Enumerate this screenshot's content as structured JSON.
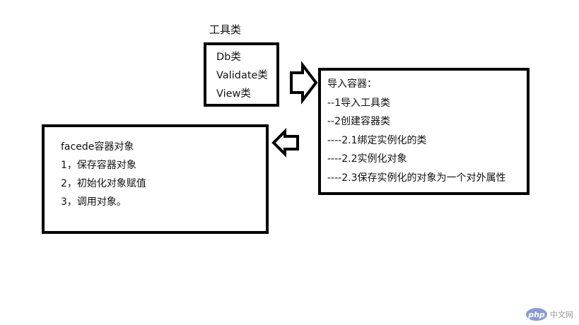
{
  "diagram": {
    "tools_title": "工具类",
    "tools_box": {
      "items": [
        "Db类",
        "Validate类",
        "View类"
      ]
    },
    "container_box": {
      "items": [
        "导入容器：",
        "--1导入工具类",
        "--2创建容器类",
        "----2.1绑定实例化的类",
        "----2.2实例化对象",
        "----2.3保存实例化的对象为一个对外属性"
      ]
    },
    "facade_box": {
      "items": [
        "facede容器对象",
        "1，保存容器对象",
        "2，初始化对象赋值",
        "3，调用对象。"
      ]
    },
    "arrows": [
      {
        "name": "arrow-right",
        "direction": "right",
        "from": "tools_box",
        "to": "container_box"
      },
      {
        "name": "arrow-left",
        "direction": "left",
        "from": "container_box",
        "to": "facade_box"
      }
    ],
    "colors": {
      "stroke": "#000000",
      "background": "#ffffff",
      "watermark": "#8a9bd0"
    }
  },
  "watermark": {
    "logo": "php",
    "text": "中文网"
  }
}
